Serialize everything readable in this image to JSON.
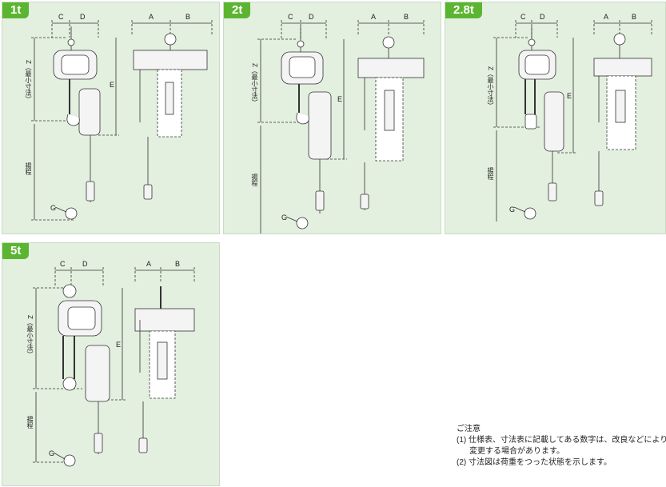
{
  "panels": [
    {
      "badge": "1t",
      "labels": {
        "c": "C",
        "d": "D",
        "a": "A",
        "b": "B",
        "e": "E",
        "g": "G",
        "z": "Z（最小寸法）",
        "lift": "揚程"
      }
    },
    {
      "badge": "2t",
      "labels": {
        "c": "C",
        "d": "D",
        "a": "A",
        "b": "B",
        "e": "E",
        "g": "G",
        "z": "Z（最小寸法）",
        "lift": "揚程"
      }
    },
    {
      "badge": "2.8t",
      "labels": {
        "c": "C",
        "d": "D",
        "a": "A",
        "b": "B",
        "e": "E",
        "g": "G",
        "z": "Z（最小寸法）",
        "lift": "揚程"
      }
    },
    {
      "badge": "5t",
      "labels": {
        "c": "C",
        "d": "D",
        "a": "A",
        "b": "B",
        "e": "E",
        "g": "G",
        "z": "Z（最小寸法）",
        "lift": "揚程"
      }
    }
  ],
  "notes": {
    "title": "ご注意",
    "line1": "(1) 仕様表、寸法表に記載してある数字は、改良などにより",
    "line2": "変更する場合があります。",
    "line3": "(2) 寸法図は荷重をつった状態を示します。"
  },
  "colors": {
    "panel_bg": "#e3efdf",
    "badge_bg": "#5cb531",
    "line": "#333333",
    "body_fill": "#f4f4f4"
  }
}
